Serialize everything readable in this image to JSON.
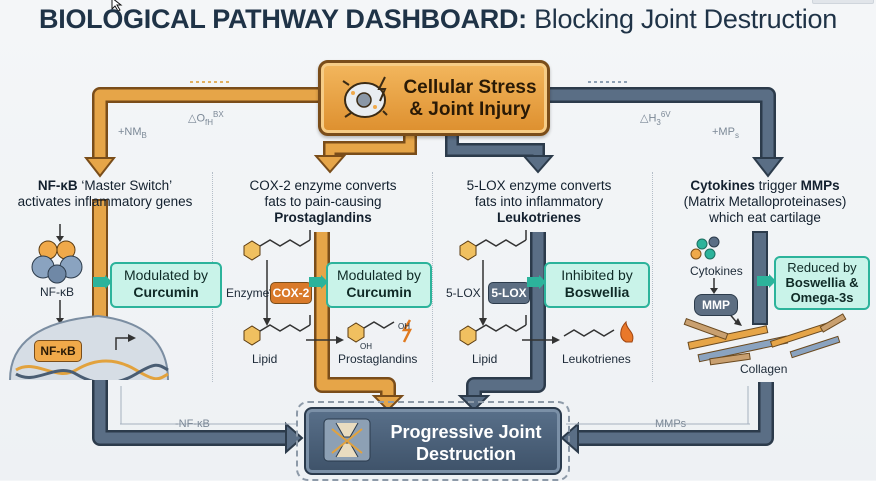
{
  "title": {
    "bold": "BIOLOGICAL PATHWAY DASHBOARD:",
    "light": "Blocking Joint Destruction"
  },
  "top_box": {
    "line1": "Cellular Stress",
    "line2": "& Joint Injury"
  },
  "bottom_box": {
    "line1": "Progressive Joint",
    "line2": "Destruction"
  },
  "flow_labels": {
    "top_left_arrow": "△O",
    "top_left_sub": "fH",
    "top_left_sup": "BX",
    "top_right_arrow": "△H",
    "top_right_sub": "3",
    "top_right_sup": "6V",
    "left_down": "+NM",
    "left_down_sub": "B",
    "right_down": "+MP",
    "right_down_sub": "s",
    "bottom_left": "-NF-κB",
    "bottom_right": "MMPs"
  },
  "columns": [
    {
      "head_bold": "NF-κB",
      "head_line1_rest": " ‘Master Switch’",
      "head_line2": "activates inflammatory genes",
      "tag_line1": "Modulated by",
      "tag_line2": "Curcumin",
      "labels": {
        "complex": "NF-κB",
        "pill": "NF-κB"
      }
    },
    {
      "head_line1": "COX-2 enzyme converts",
      "head_line2": "fats to pain-causing",
      "head_line3": "Prostaglandins",
      "tag_line1": "Modulated by",
      "tag_line2": "Curcumin",
      "labels": {
        "enzyme": "Enzyme",
        "pill": "COX-2",
        "lipid": "Lipid",
        "product": "Prostaglandins",
        "oh1": "OH",
        "oh2": "OH"
      }
    },
    {
      "head_line1": "5-LOX enzyme converts",
      "head_line2": "fats into inflammatory",
      "head_line3": "Leukotrienes",
      "tag_line1": "Inhibited by",
      "tag_line2": "Boswellia",
      "labels": {
        "enzyme": "5-LOX",
        "pill": "5-LOX",
        "lipid": "Lipid",
        "product": "Leukotrienes"
      }
    },
    {
      "head_bold1": "Cytokines",
      "head_mid": " trigger ",
      "head_bold2": "MMPs",
      "head_line2": "(Matrix Metalloproteinases)",
      "head_line3": "which eat cartilage",
      "tag_line1": "Reduced by",
      "tag_line2": "Boswellia &",
      "tag_line3": "Omega-3s",
      "labels": {
        "cytokines": "Cytokines",
        "pill": "MMP",
        "collagen": "Collagen"
      }
    }
  ],
  "colors": {
    "orange_arrow": "#e2a23d",
    "steel_arrow": "#4a5d73",
    "tag_fill": "#c9f3e9",
    "tag_border": "#2cb39b",
    "cox_pill": "#d97a2a",
    "lox_pill": "#5d6e82"
  }
}
